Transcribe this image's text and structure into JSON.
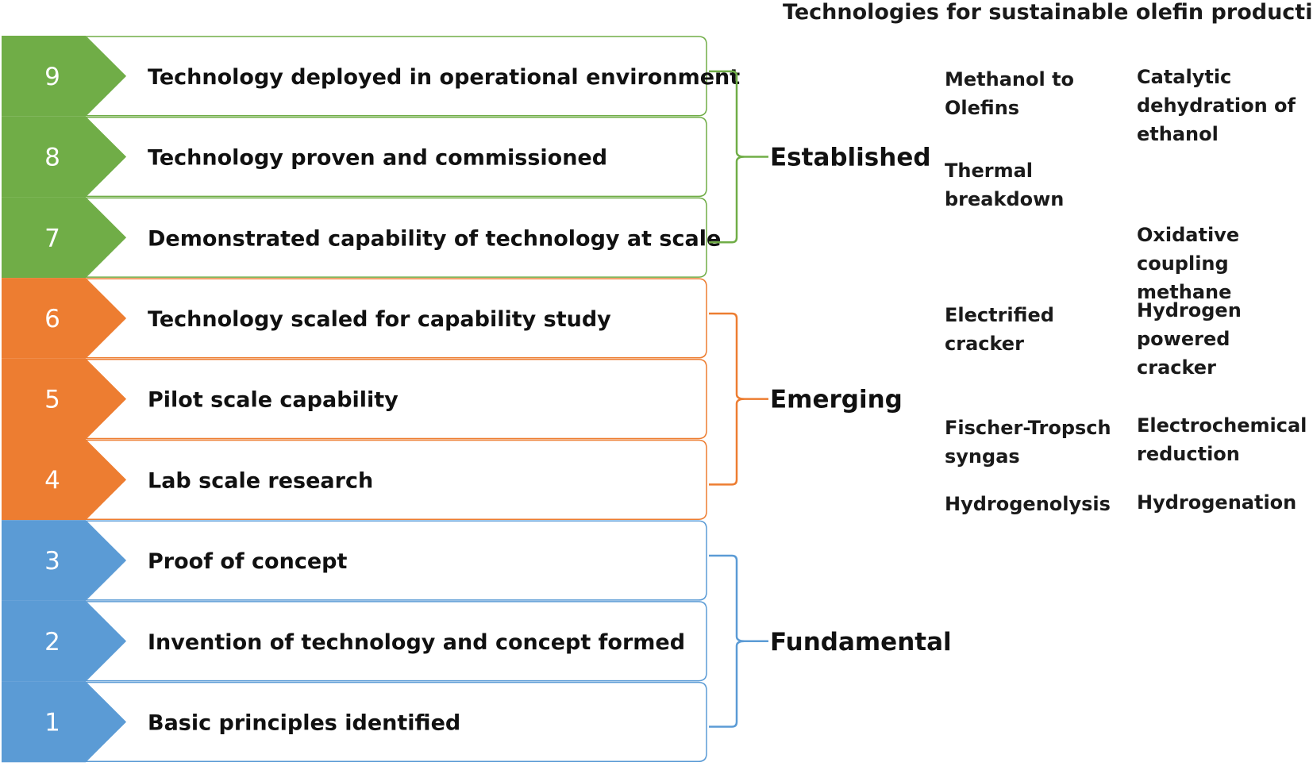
{
  "title": "Technologies for sustainable olefin production",
  "levels": [
    {
      "num": "9",
      "label": "Technology deployed in operational environment",
      "group": "established"
    },
    {
      "num": "8",
      "label": "Technology proven and commissioned",
      "group": "established"
    },
    {
      "num": "7",
      "label": "Demonstrated capability of technology at scale",
      "group": "established"
    },
    {
      "num": "6",
      "label": "Technology scaled for capability study",
      "group": "emerging"
    },
    {
      "num": "5",
      "label": "Pilot scale capability",
      "group": "emerging"
    },
    {
      "num": "4",
      "label": "Lab scale research",
      "group": "emerging"
    },
    {
      "num": "3",
      "label": "Proof of concept",
      "group": "fundamental"
    },
    {
      "num": "2",
      "label": "Invention of technology and concept formed",
      "group": "fundamental"
    },
    {
      "num": "1",
      "label": "Basic principles identified",
      "group": "fundamental"
    }
  ],
  "groups": {
    "established": {
      "label": "Established",
      "color": "#70ad47"
    },
    "emerging": {
      "label": "Emerging",
      "color": "#ed7d31"
    },
    "fundamental": {
      "label": "Fundamental",
      "color": "#5b9bd5"
    }
  },
  "technologies": {
    "methanol_to_olefins": "Methanol to\nOlefins",
    "catalytic_dehydration": "Catalytic\ndehydration of\nethanol",
    "thermal_breakdown": "Thermal\nbreakdown",
    "oxidative_coupling": "Oxidative\ncoupling methane",
    "electrified_cracker": "Electrified\ncracker",
    "hydrogen_cracker": "Hydrogen\npowered  cracker",
    "fischer_tropsch": "Fischer-Tropsch\nsyngas",
    "electrochemical_reduction": "Electrochemical\nreduction",
    "hydrogenolysis": "Hydrogenolysis",
    "hydrogenation": "Hydrogenation"
  }
}
